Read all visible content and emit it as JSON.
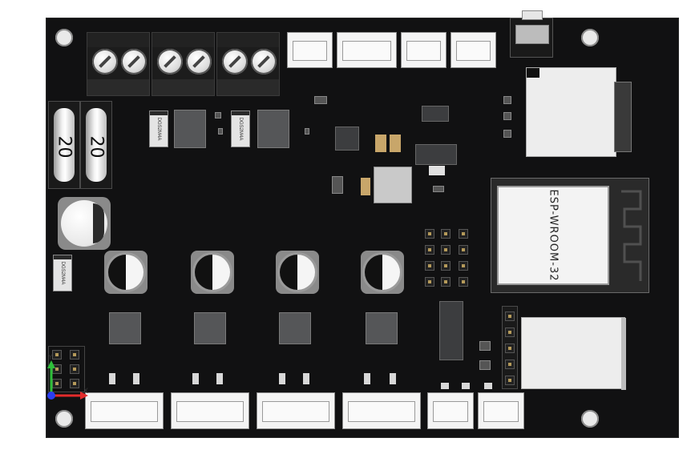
{
  "fuses": [
    {
      "label": "20"
    },
    {
      "label": "20"
    }
  ],
  "diodes": [
    {
      "label": "DGS2M4A"
    },
    {
      "label": "DGS2M4A"
    },
    {
      "label": "DGS2M4A"
    }
  ],
  "module": {
    "label": "ESP-WROOM-32"
  },
  "axes": {
    "y": "Y",
    "x": "X"
  },
  "colors": {
    "board": "#111112",
    "silk": "#f4f4f4",
    "axis_x": "#e32b2b",
    "axis_y": "#2fbf3a",
    "axis_z": "#2b3ef2"
  }
}
